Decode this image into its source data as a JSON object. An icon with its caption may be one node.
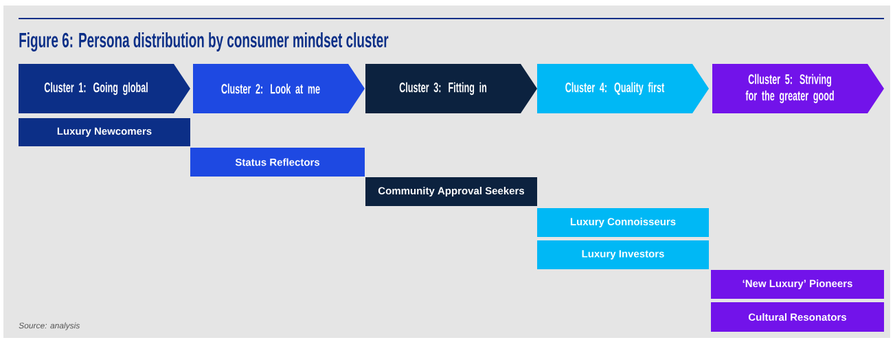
{
  "diagram": {
    "title": "Figure 6: Persona distribution by consumer mindset cluster",
    "nodes": [
      {
        "text": [
          "Cluster 1: Going global"
        ]
      },
      {
        "text": [
          "Cluster 2: Look at me"
        ]
      },
      {
        "text": [
          "Cluster 3: Fitting in"
        ]
      },
      {
        "text": [
          "Cluster 4: Quality first"
        ]
      },
      {
        "text": [
          "Clluster 5: Striving for the greater good"
        ]
      },
      {
        "text": [
          "Luxury Newcomers"
        ]
      },
      {
        "text": [
          "Status Reflectors"
        ]
      },
      {
        "text": [
          "Community Approval Seekers"
        ]
      },
      {
        "text": [
          "Luxury Connoisseurs"
        ]
      },
      {
        "text": [
          "Luxury Investors"
        ]
      },
      {
        "text": [
          "‘New Luxury’ Pioneers"
        ]
      },
      {
        "text": [
          "Cultural Resonators"
        ]
      }
    ],
    "edges": [],
    "labels": [
      "Source: analysis"
    ]
  }
}
